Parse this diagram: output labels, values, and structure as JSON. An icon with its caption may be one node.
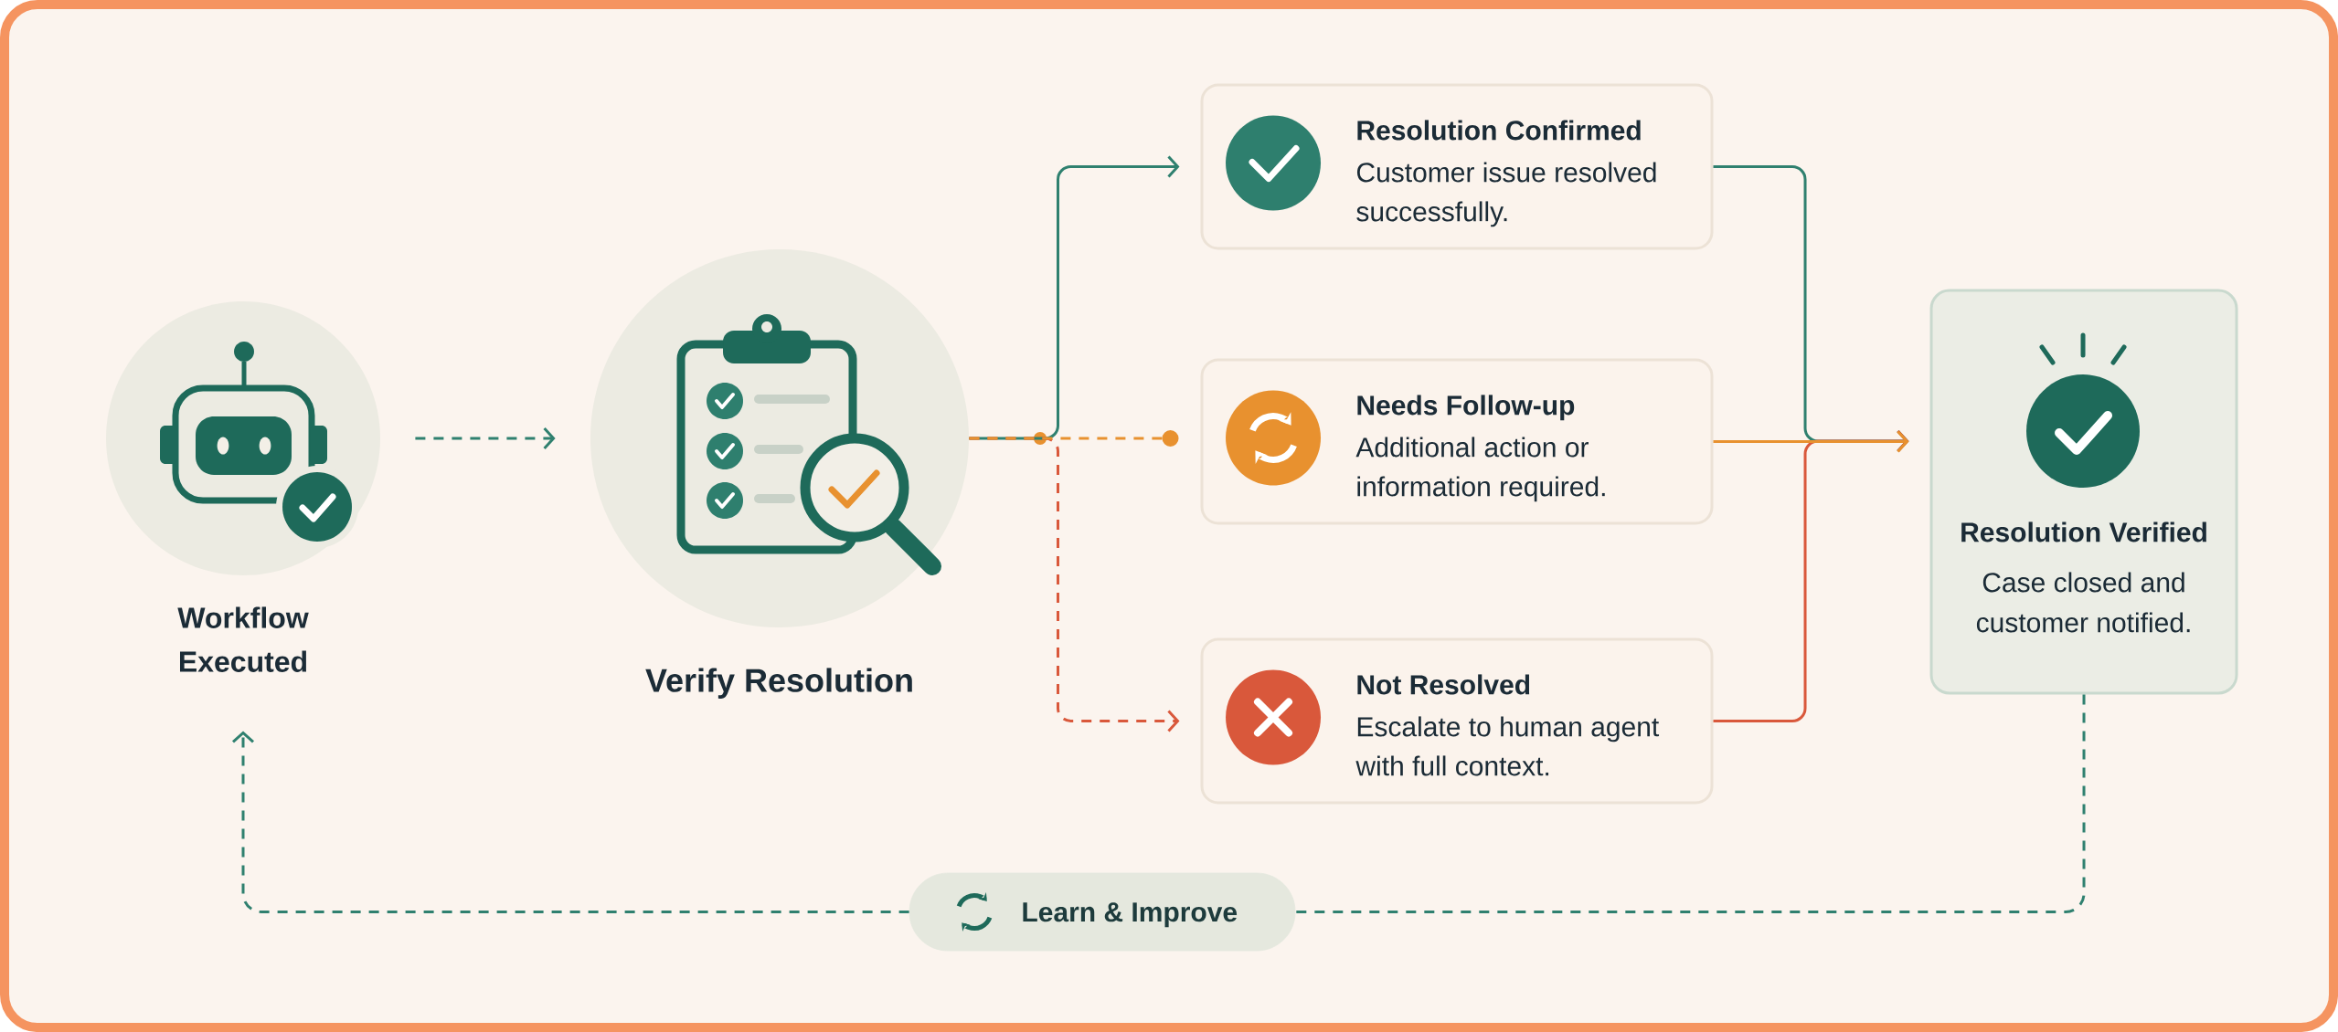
{
  "diagram": {
    "nodes": [
      {
        "text": [
          "Workflow Executed"
        ]
      },
      {
        "text": [
          "Verify Resolution"
        ]
      },
      {
        "text": [
          "Resolution Confirmed",
          "Customer issue resolved successfully."
        ]
      },
      {
        "text": [
          "Needs Follow-up",
          "Additional action or information required."
        ]
      },
      {
        "text": [
          "Not Resolved",
          "Escalate to human agent with full context."
        ]
      },
      {
        "text": [
          "Resolution Verified",
          "Case closed and customer notified."
        ]
      },
      {
        "text": [
          "Learn & Improve"
        ]
      }
    ],
    "edges": [
      {
        "from": 0,
        "to": 1,
        "arrow": "to",
        "style": "dashed"
      },
      {
        "from": 1,
        "to": 2,
        "arrow": "to"
      },
      {
        "from": 1,
        "to": 3,
        "arrow": "other",
        "style": "dashed",
        "color": "#e8912f"
      },
      {
        "from": 1,
        "to": 4,
        "arrow": "to",
        "style": "dashed",
        "color": "#d9583b"
      },
      {
        "from": 2,
        "to": 5,
        "arrow": "to"
      },
      {
        "from": 3,
        "to": 5,
        "arrow": "to",
        "color": "#e8912f"
      },
      {
        "from": 4,
        "to": 5,
        "arrow": "to",
        "color": "#d9583b"
      },
      {
        "from": 5,
        "to": 6,
        "arrow": "none",
        "style": "dashed"
      },
      {
        "from": 6,
        "to": 0,
        "arrow": "to",
        "style": "dashed"
      }
    ]
  }
}
